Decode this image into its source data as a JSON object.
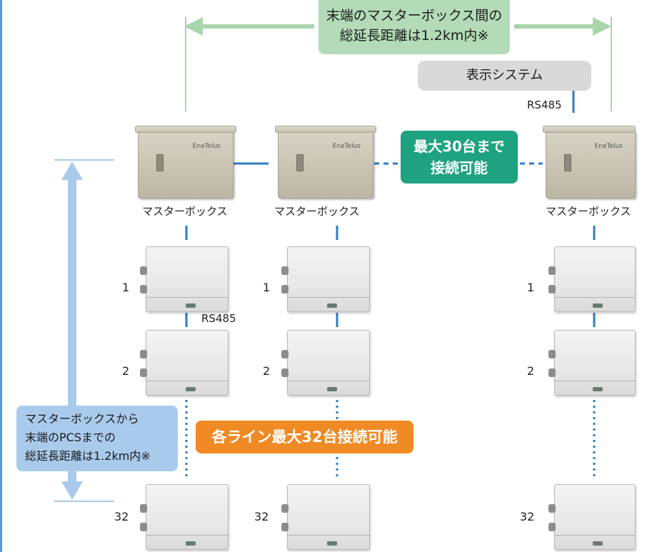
{
  "title_callout": {
    "line1": "末端のマスターボックス間の",
    "line2": "総延長距離は1.2km内※"
  },
  "display_system": "表示システム",
  "rs485_top": "RS485",
  "rs485_mid": "RS485",
  "master_callout": {
    "line1": "最大30台まで",
    "line2": "接続可能"
  },
  "master_label": "マスターボックス",
  "master_brand": "EneTelus",
  "pcs_callout": "各ライン最大32台接続可能",
  "left_callout": {
    "line1": "マスターボックスから",
    "line2": "末端のPCSまでの",
    "line3": "総延長距離は1.2km内※"
  },
  "pcs_numbers": {
    "first": "1",
    "second": "2",
    "last": "32"
  },
  "colors": {
    "green_arrow": "#a9d5ad",
    "blue_line": "#2e7bbf",
    "teal": "#1fa27f",
    "orange": "#f08a24",
    "blue_callout": "#a9cbeb"
  }
}
